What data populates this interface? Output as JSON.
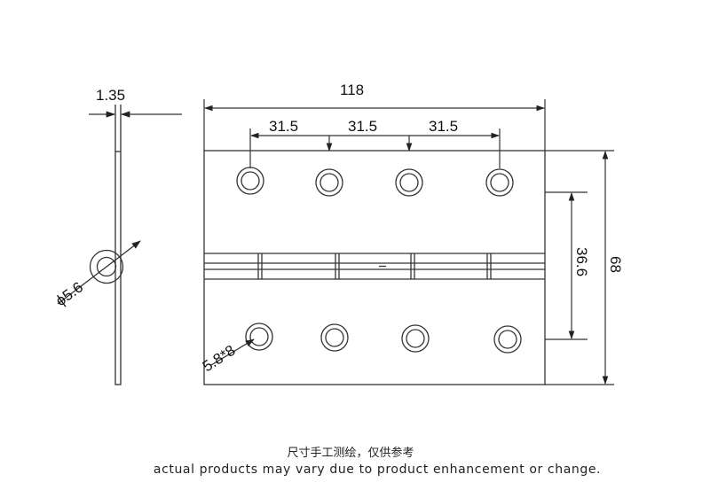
{
  "drawing": {
    "dimensions": {
      "thickness": "1.35",
      "overall_width": "118",
      "hole_spacing": [
        "31.5",
        "31.5",
        "31.5"
      ],
      "pin_diameter": "ϕ5.6",
      "hole_size": "5.8*8",
      "hole_row_distance": "36.6",
      "overall_height": "68"
    }
  },
  "notes": {
    "chinese": "尺寸手工测绘，仅供参考",
    "english": "actual products may vary due to product enhancement or change."
  },
  "colors": {
    "line": "#333333",
    "text": "#111111",
    "background": "#ffffff"
  }
}
